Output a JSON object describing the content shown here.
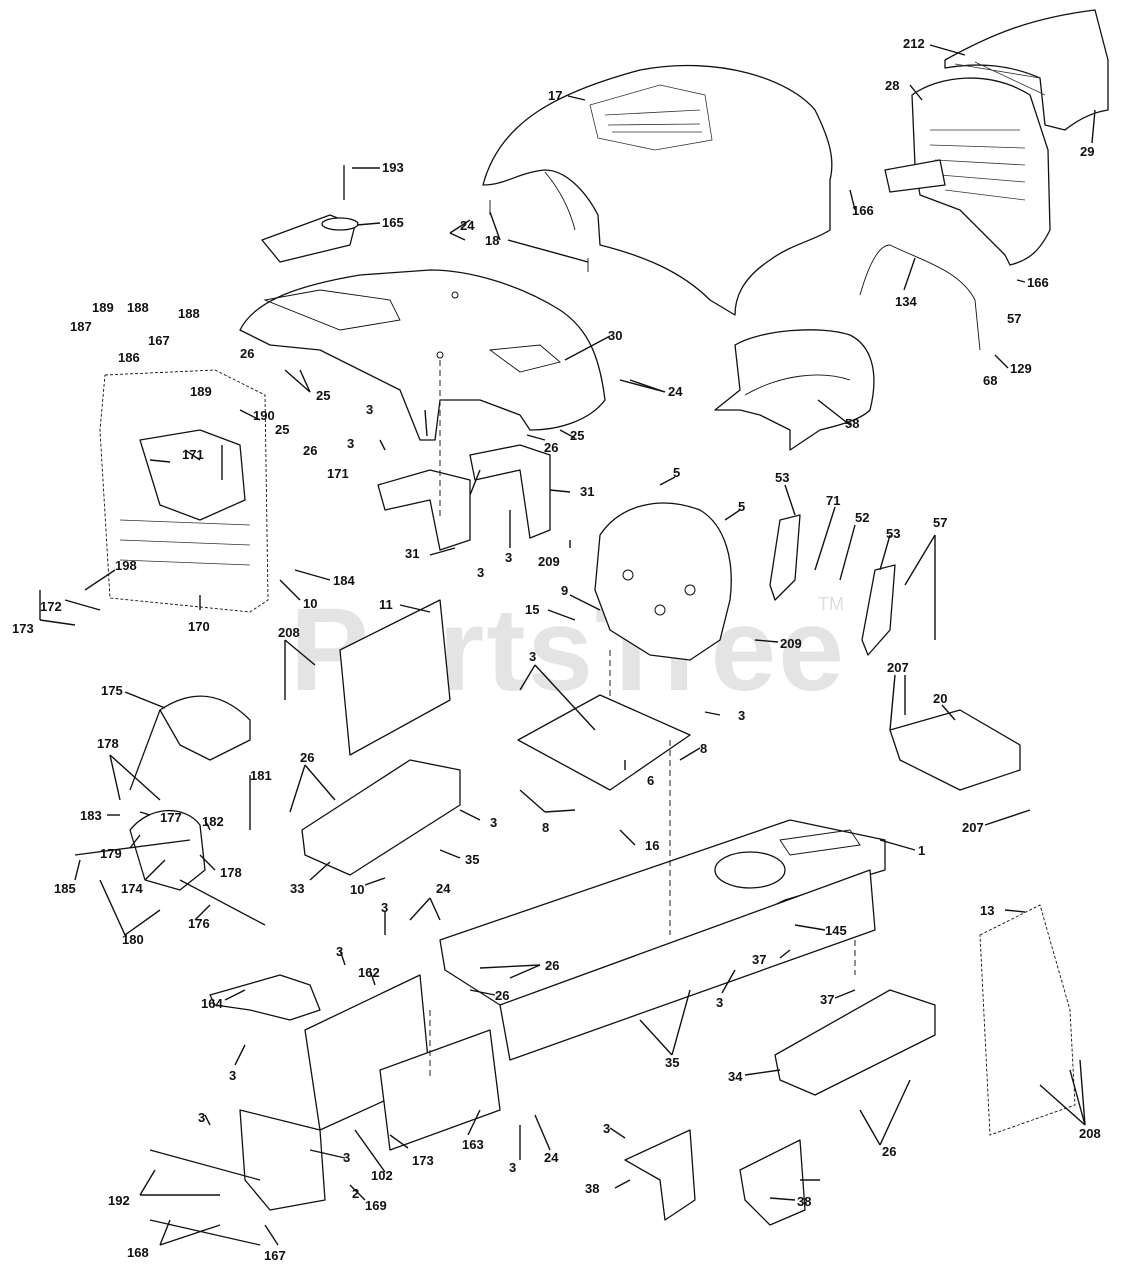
{
  "watermark": {
    "text": "PartsTree",
    "tm": "TM"
  },
  "callouts": [
    "17",
    "212",
    "28",
    "29",
    "193",
    "165",
    "24",
    "18",
    "166",
    "166",
    "134",
    "57",
    "129",
    "68",
    "189",
    "188",
    "187",
    "167",
    "186",
    "188",
    "189",
    "26",
    "25",
    "30",
    "24",
    "190",
    "25",
    "26",
    "3",
    "3",
    "171",
    "171",
    "26",
    "25",
    "31",
    "31",
    "3",
    "3",
    "58",
    "5",
    "5",
    "53",
    "71",
    "52",
    "53",
    "57",
    "209",
    "9",
    "198",
    "172",
    "173",
    "170",
    "184",
    "10",
    "11",
    "15",
    "209",
    "208",
    "207",
    "20",
    "175",
    "3",
    "3",
    "8",
    "6",
    "8",
    "178",
    "181",
    "183",
    "177",
    "26",
    "3",
    "16",
    "182",
    "179",
    "178",
    "35",
    "1",
    "207",
    "185",
    "174",
    "33",
    "10",
    "24",
    "176",
    "180",
    "3",
    "145",
    "13",
    "3",
    "26",
    "37",
    "37",
    "26",
    "3",
    "162",
    "164",
    "35",
    "3",
    "34",
    "3",
    "26",
    "208",
    "3",
    "3",
    "38",
    "173",
    "163",
    "3",
    "24",
    "102",
    "192",
    "2",
    "169",
    "38",
    "168",
    "167"
  ]
}
